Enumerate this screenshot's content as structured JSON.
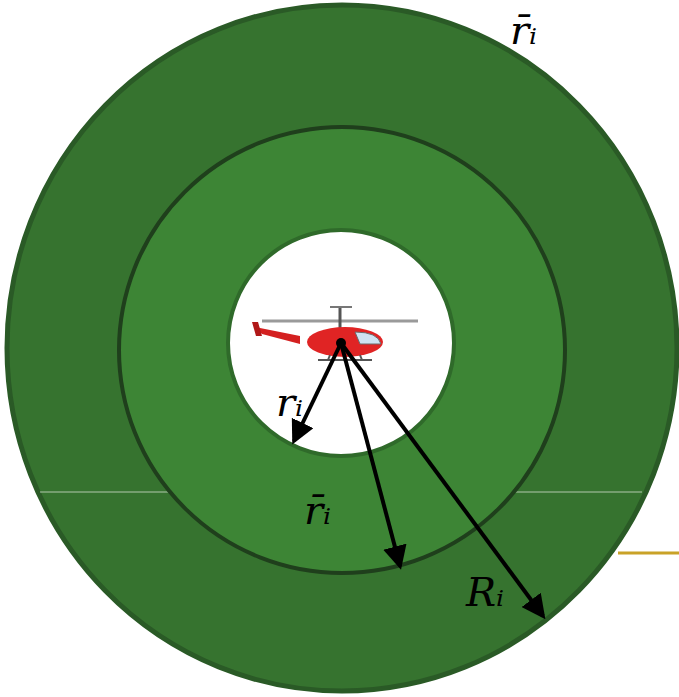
{
  "diagram": {
    "labels": [
      "r̄ᵢ",
      "rᵢ",
      "r̄ᵢ",
      "Rᵢ"
    ]
  }
}
